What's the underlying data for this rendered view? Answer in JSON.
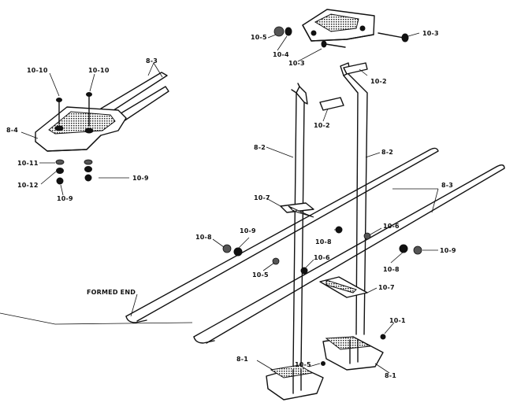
{
  "labels": {
    "l_10_10a": "10-10",
    "l_10_10b": "10-10",
    "l_8_3_inset": "8-3",
    "l_8_4": "8-4",
    "l_10_11": "10-11",
    "l_10_12": "10-12",
    "l_10_9_inset": "10-9",
    "l_10_9_inset_b": "10-9",
    "l_10_5a": "10-5",
    "l_10_4": "10-4",
    "l_10_3a": "10-3",
    "l_10_3b": "10-3",
    "l_10_2a": "10-2",
    "l_10_2b": "10-2",
    "l_8_2a": "8-2",
    "l_8_2b": "8-2",
    "l_8_3_main": "8-3",
    "l_10_7a": "10-7",
    "l_10_7b": "10-7",
    "l_10_8a": "10-8",
    "l_10_9a": "10-9",
    "l_10_8b": "10-8",
    "l_10_8c": "10-8",
    "l_10_9b": "10-9",
    "l_10_6a": "10-6",
    "l_10_6b": "10-6",
    "l_10_5b": "10-5",
    "l_10_5c": "10-5",
    "l_formed_end": "FORMED END",
    "l_10_1": "10-1",
    "l_8_1a": "8-1",
    "l_8_1b": "8-1"
  }
}
